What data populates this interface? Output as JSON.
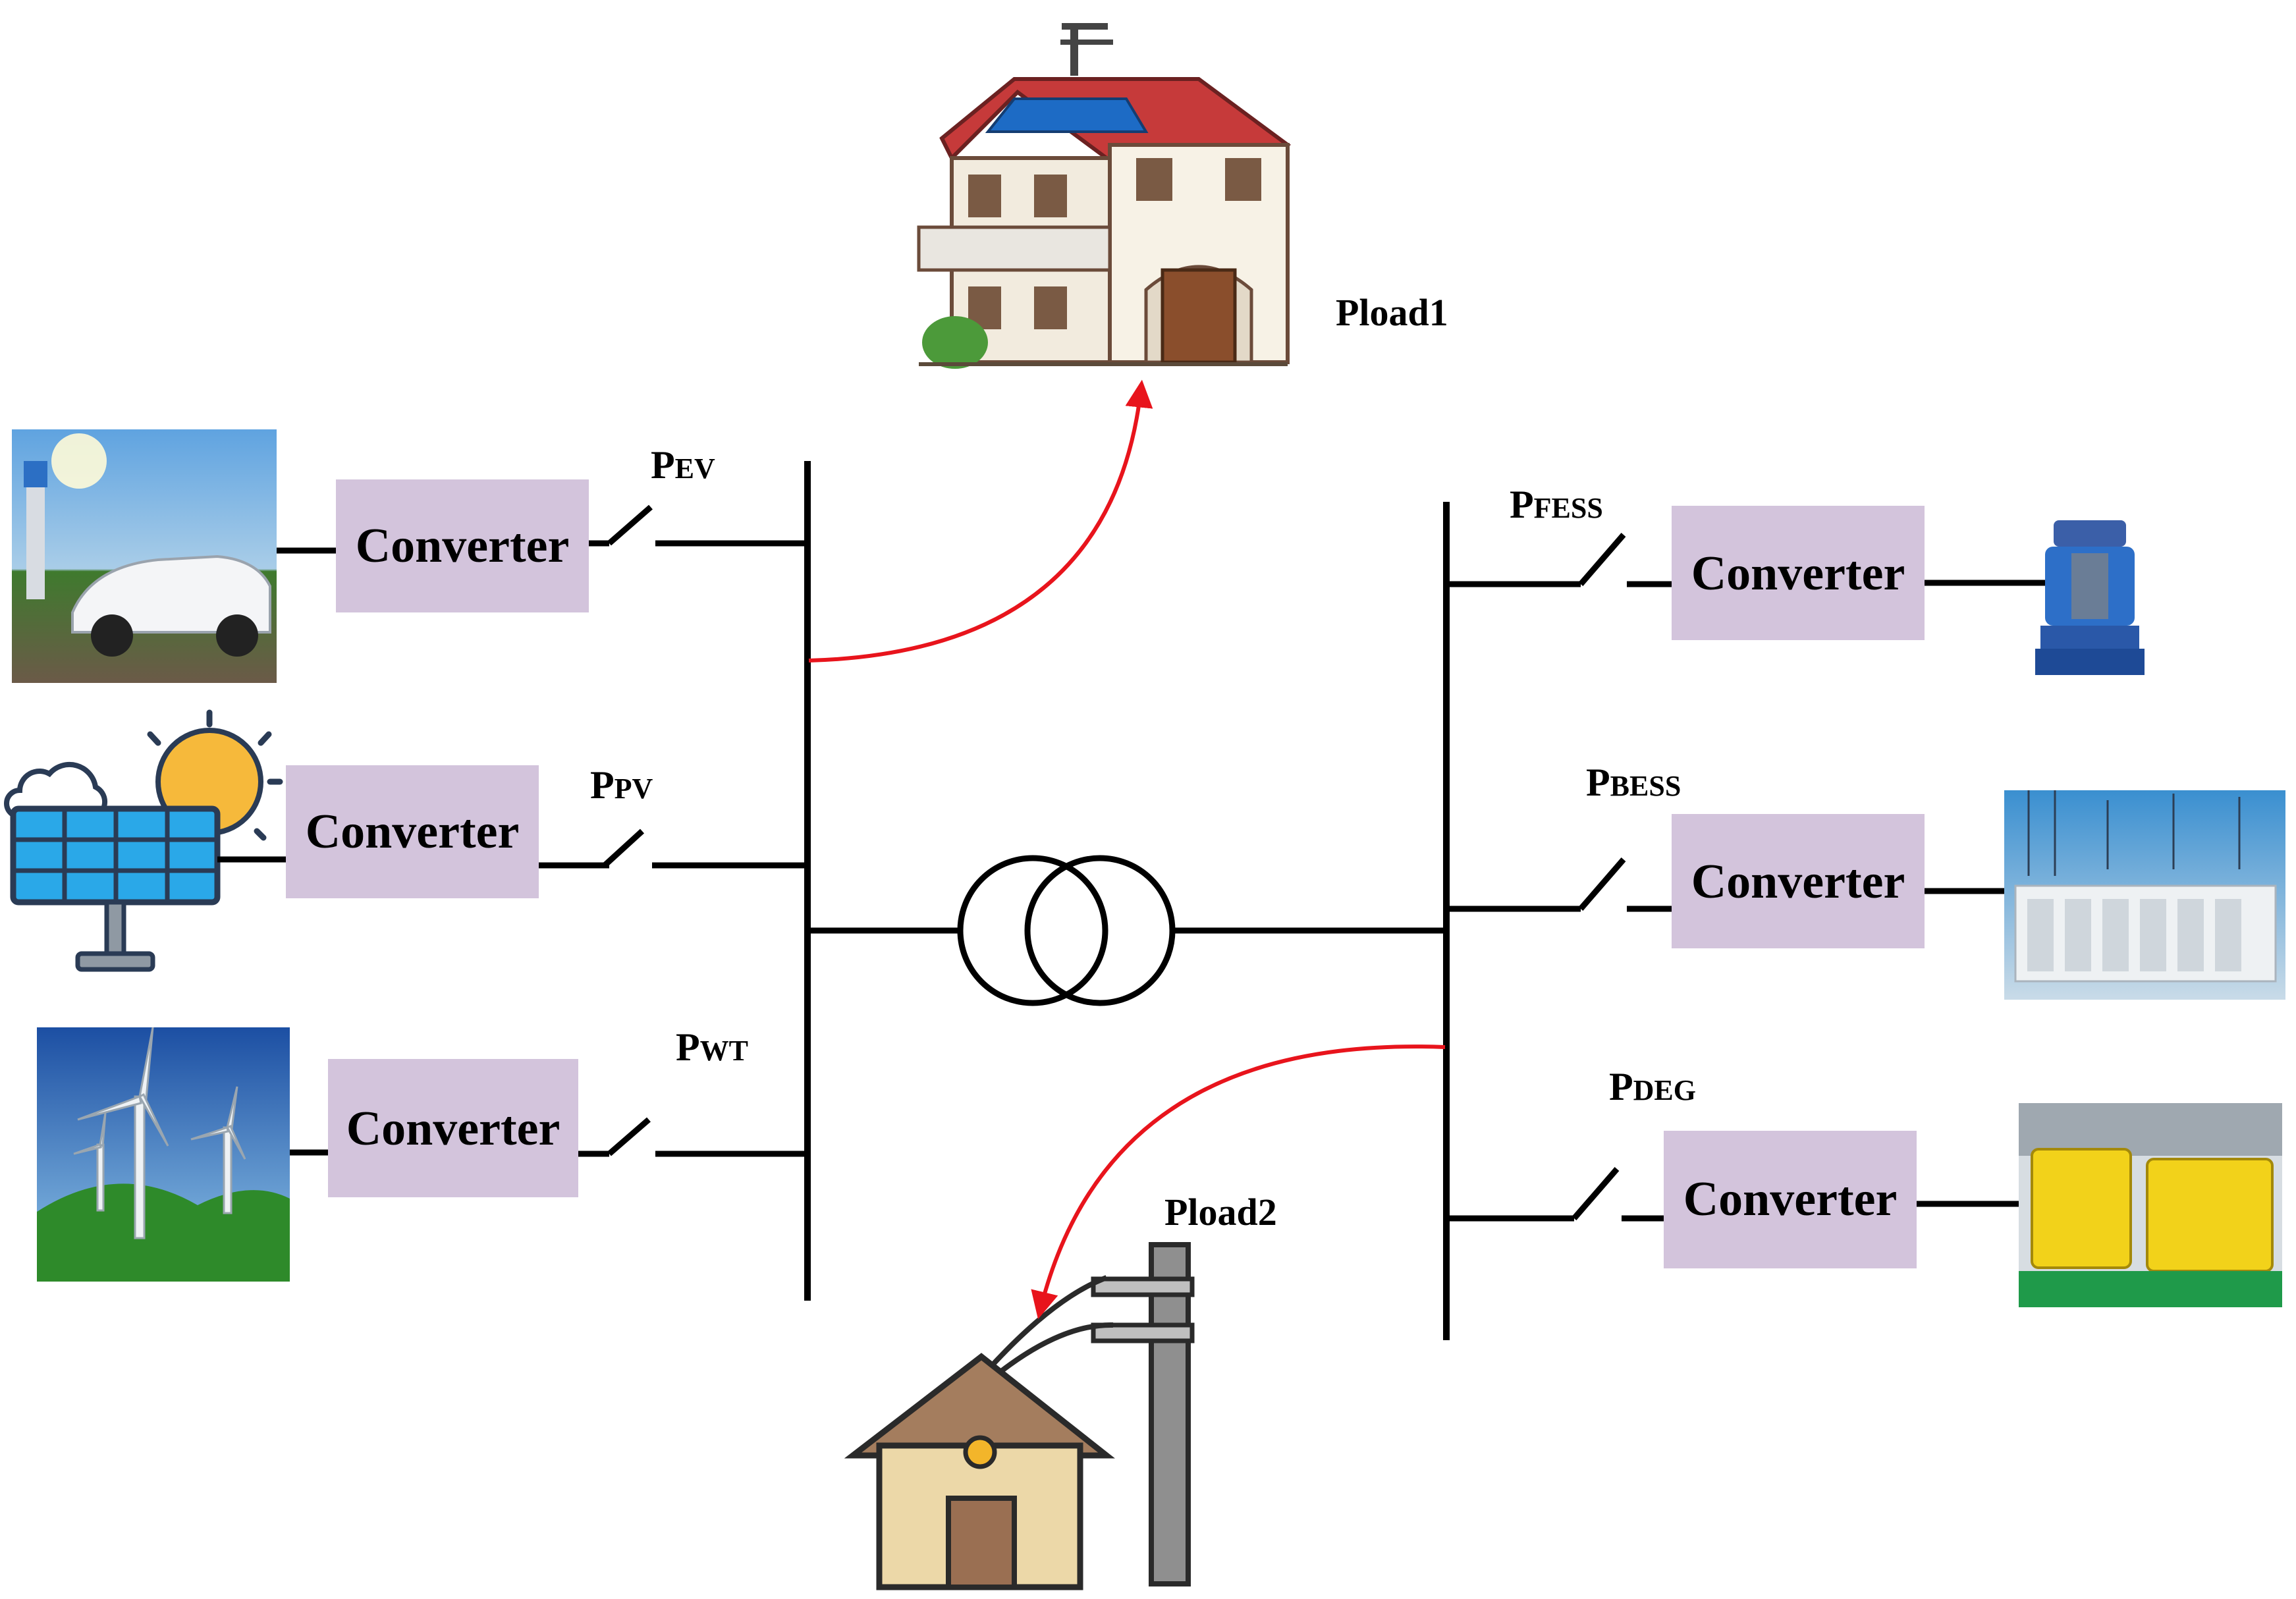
{
  "converter_label": "Converter",
  "sources_left": [
    {
      "id": "ev",
      "label_main": "P",
      "label_sub": "EV"
    },
    {
      "id": "pv",
      "label_main": "P",
      "label_sub": "PV"
    },
    {
      "id": "wt",
      "label_main": "P",
      "label_sub": "WT"
    }
  ],
  "sources_right": [
    {
      "id": "fess",
      "label_main": "P",
      "label_sub": "FESS"
    },
    {
      "id": "bess",
      "label_main": "P",
      "label_sub": "BESS"
    },
    {
      "id": "deg",
      "label_main": "P",
      "label_sub": "DEG"
    }
  ],
  "loads": {
    "load1": "Pload1",
    "load2": "Pload2"
  },
  "colors": {
    "converter_fill": "#d3c4dc",
    "flow_arrow": "#e8141c",
    "bus_line": "#000000"
  },
  "icons": {
    "ev": "ev-charging-icon",
    "pv": "solar-panel-icon",
    "wt": "wind-turbine-icon",
    "fess": "flywheel-icon",
    "bess": "battery-storage-icon",
    "deg": "diesel-generator-icon",
    "load1": "house-icon",
    "load2": "small-house-icon",
    "transformer": "transformer-icon"
  }
}
